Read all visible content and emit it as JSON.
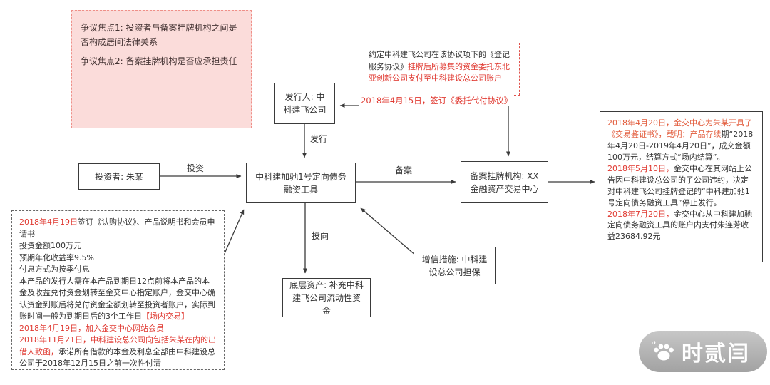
{
  "colors": {
    "accent_red": "#e03a32",
    "date_orange": "#e25a3a",
    "dispute_bg": "#fbdcda",
    "dispute_border": "#ef8f88"
  },
  "dispute_box": {
    "item1": "争议焦点1: 投资者与备案挂牌机构之间是否构成居间法律关系",
    "item2": "争议焦点2: 备案挂牌机构是否应承担责任"
  },
  "issuer_box": {
    "label": "发行人: 中科建飞公司"
  },
  "investor_box": {
    "label": "投资者: 朱某"
  },
  "product_box": {
    "label": "中科建加驰1号定向债务融资工具"
  },
  "filing_box": {
    "label": "备案挂牌机构: XX金融资产交易中心"
  },
  "underlying_box": {
    "label": "底层资产: 补充中科建飞公司流动性资金"
  },
  "credit_box": {
    "label": "增信措施: 中科建设总公司担保"
  },
  "arrow_labels": {
    "issue": "发行",
    "invest": "投资",
    "filing": "备案",
    "direction": "投向"
  },
  "delegation_label": "2018年4月15日，签订《委托代付协议》",
  "note_box": {
    "black": "约定中科建飞公司在该协议项下的《登记服务协议》",
    "red": "挂牌后所募集的资金委托东北亚创新公司支付至中科建设总公司账户"
  },
  "timeline_box": {
    "s1_red": "2018年4月20日，金交中心为朱某开具了《交易鉴证书》，载明：产品存续",
    "s2_black": "期“2018年4月20日-2019年4月20日”，成交金额100万元，结算方式“场内结算”。",
    "s3_red": "2018年5月10日，",
    "s4_black": "金交中心在其网站上公告因中科建设总公司的子公司违约，决定对中科建飞公司挂牌登记的“中科建加驰1号定向债务融资工具”停止发行。",
    "s5_red": "2018年7月20日，",
    "s6_black": "金交中心从中科建加驰定向债务融资工具的账户内支付朱连芳收益23684.92元"
  },
  "purchase_box": {
    "l1_red": "2018年4月19日",
    "l1_black": "签订《认购协议》、产品说明书和会员申请书",
    "l2": "投资金额100万元",
    "l3": "预期年化收益率9.5%",
    "l4": "付息方式为按季付息",
    "l5_black": "本产品的发行人需在本产品到期日12点前将本产品的本金及收益兑付资金划转至金交中心指定账户，金交中心确认资金到账后将兑付资金全额划转至投资者账户，实际到账时间一般为到期日后的3个工作日",
    "l5_red": "【场内交易】",
    "l6_red": "2018年4月19日，加入金交中心网站会员",
    "l7_red": "2018年11月21日，中科建设总公司向包括朱某在内的出借人致函，",
    "l7_black": "承诺所有借款的本金及利息全部由中科建设总公司于2018年12月15日之前一次性付清"
  },
  "watermark": {
    "text": "时贰闫"
  }
}
